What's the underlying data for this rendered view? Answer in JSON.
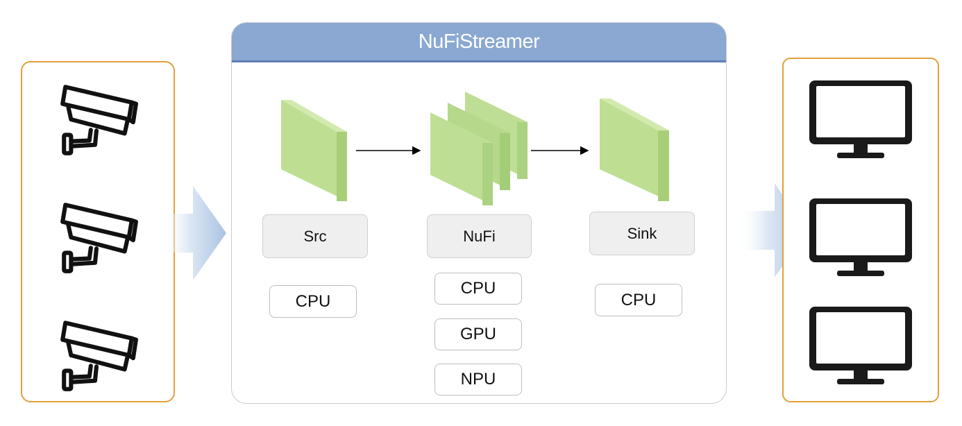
{
  "title": "NuFiStreamer",
  "stages": [
    {
      "label": "Src",
      "devices": [
        "CPU"
      ]
    },
    {
      "label": "NuFi",
      "devices": [
        "CPU",
        "GPU",
        "NPU"
      ]
    },
    {
      "label": "Sink",
      "devices": [
        "CPU"
      ]
    }
  ],
  "inputs": {
    "icon": "security-camera-icon",
    "count": 3
  },
  "outputs": {
    "icon": "monitor-icon",
    "count": 3
  },
  "colors": {
    "header": "#8aa8d2",
    "box_border": "#e39e3a",
    "block_green": "#b9dc8a",
    "flow_arrow": "#b7cde6"
  }
}
